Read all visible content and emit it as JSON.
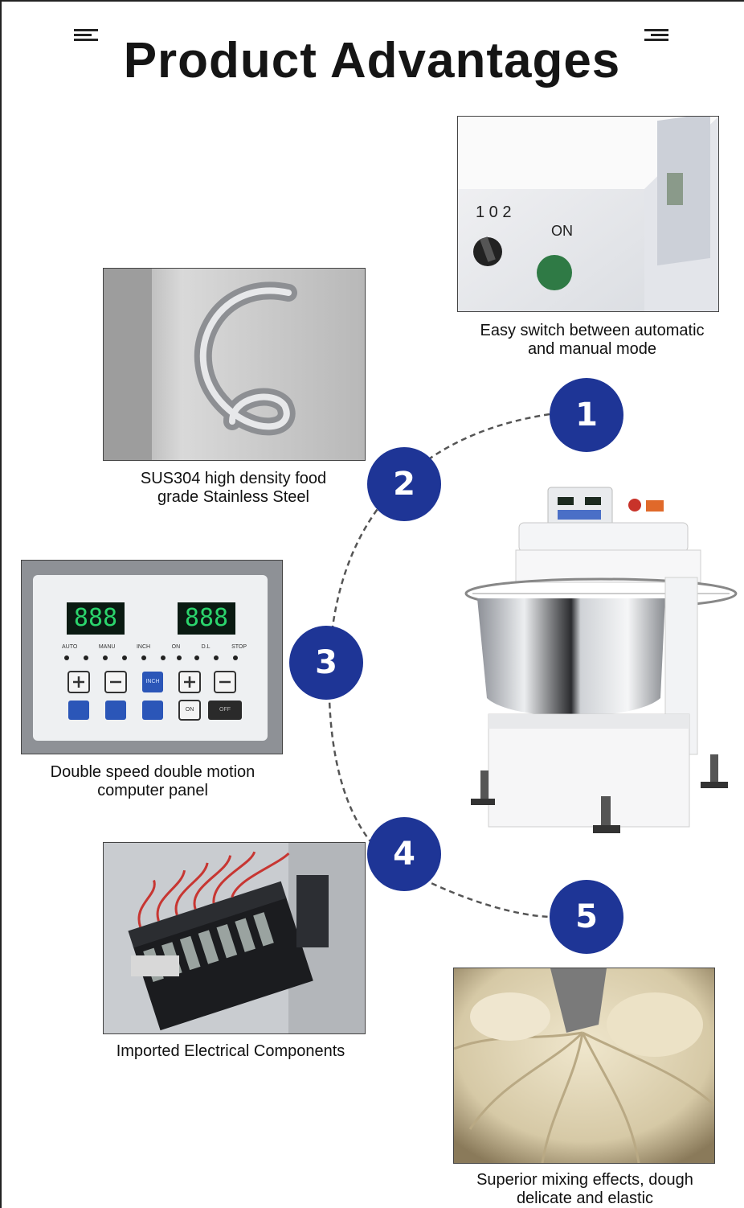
{
  "title": "Product Advantages",
  "features": [
    {
      "number": "1",
      "caption_line1": "Easy switch between automatic",
      "caption_line2": "and manual mode"
    },
    {
      "number": "2",
      "caption_line1": "SUS304 high density food",
      "caption_line2": "grade Stainless Steel"
    },
    {
      "number": "3",
      "caption_line1": "Double speed double motion",
      "caption_line2": "computer panel"
    },
    {
      "number": "4",
      "caption_line1": "Imported Electrical Components",
      "caption_line2": ""
    },
    {
      "number": "5",
      "caption_line1": "Superior mixing effects, dough",
      "caption_line2": "delicate and elastic"
    }
  ],
  "switch_photo": {
    "dial_label": "1 0 2",
    "button_label": "ON"
  },
  "panel_photo": {
    "display_left": "888",
    "display_right": "888",
    "indicator_labels": [
      "AUTO",
      "MANU",
      "INCH",
      "ON",
      "D.L",
      "STOP"
    ],
    "key_inch": "INCH",
    "key_on": "ON",
    "key_off": "OFF"
  },
  "colors": {
    "badge": "#1e3596",
    "text": "#111111"
  }
}
